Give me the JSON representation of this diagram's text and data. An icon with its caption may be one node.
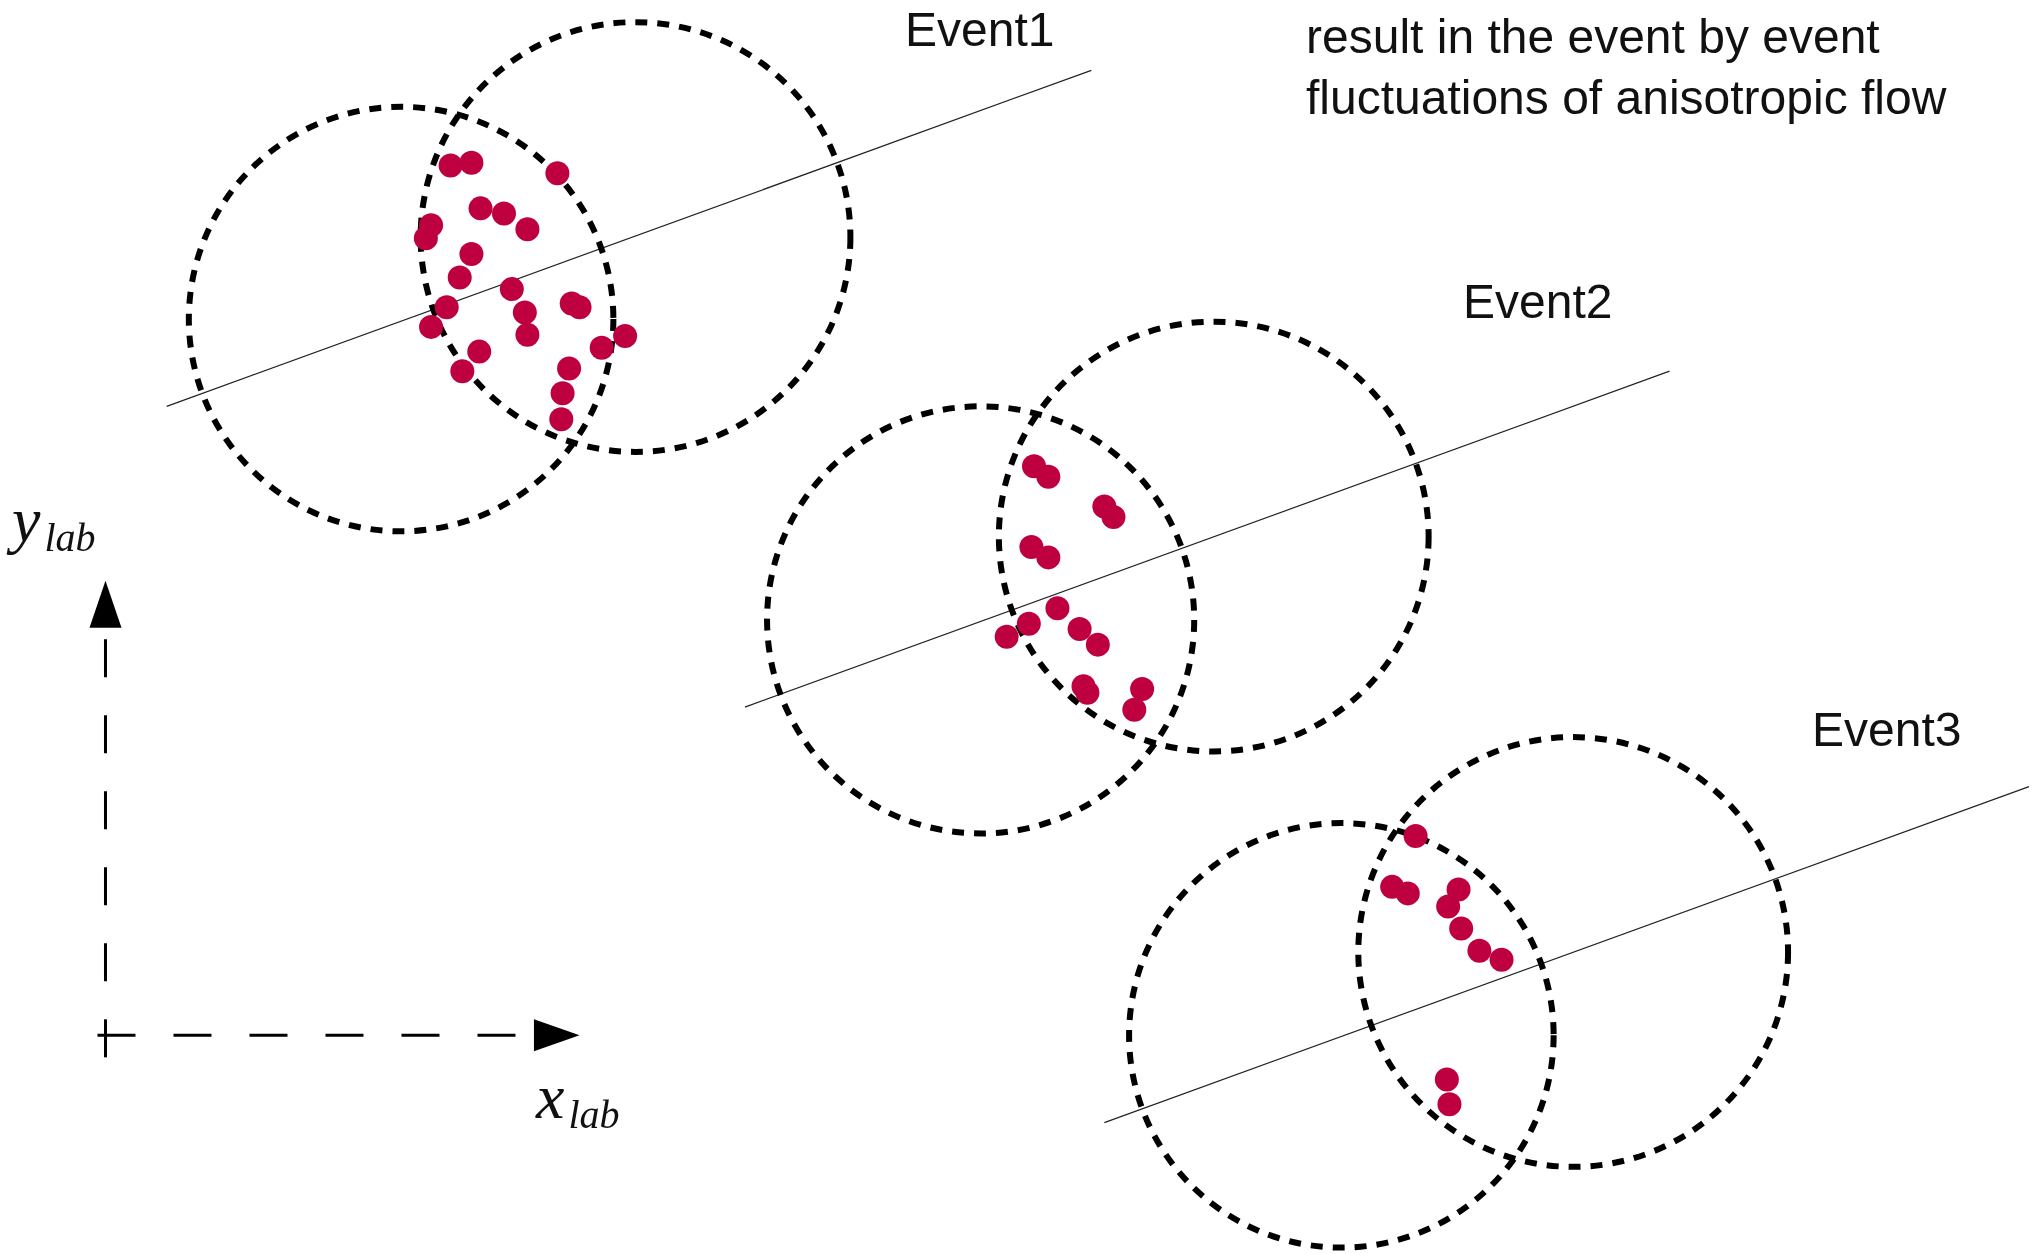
{
  "diagram": {
    "labels": [
      "Event1",
      "result in the event by event fluctuations of anisotropic flow",
      "Event2",
      "y$_{lab}$",
      "Event3",
      "x$_{lab}$"
    ]
  }
}
